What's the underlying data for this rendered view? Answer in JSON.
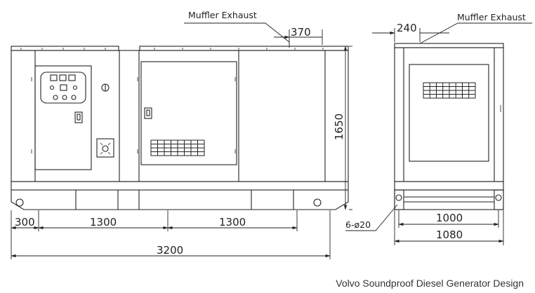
{
  "labels": {
    "muffler_front": "Muffler Exhaust",
    "muffler_side": "Muffler Exhaust",
    "hole_spec": "6-ø20"
  },
  "dimensions": {
    "muffler_offset": "370",
    "height": "1650",
    "side_offset": "240",
    "base_300": "300",
    "base_1300_a": "1300",
    "base_1300_b": "1300",
    "total_length": "3200",
    "side_inner": "1000",
    "side_outer": "1080"
  },
  "caption": "Volvo Soundproof Diesel Generator Design"
}
